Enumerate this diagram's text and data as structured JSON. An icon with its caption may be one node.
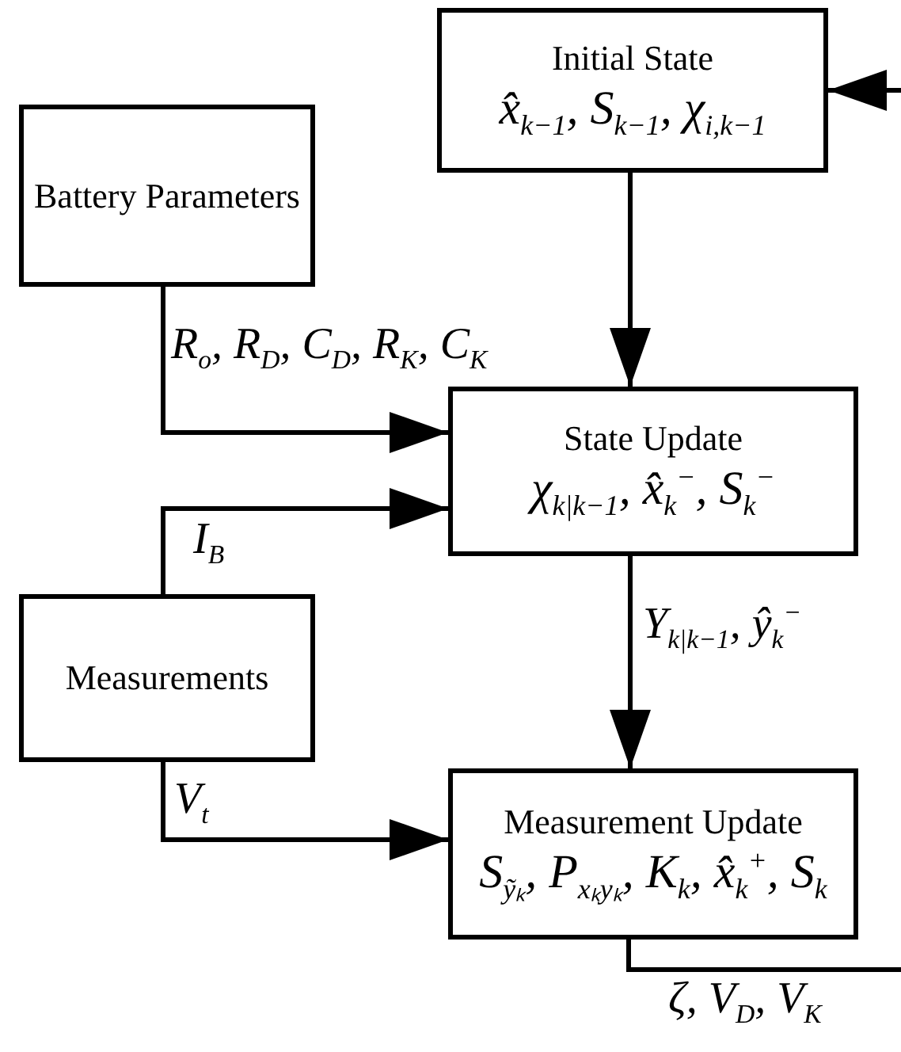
{
  "diagram": {
    "nodes": [
      {
        "text": [
          "Initial State",
          "x̂$_{k−1}$, S$_{k−1}$, χ$_{i,k−1}$"
        ]
      },
      {
        "text": [
          "Battery Parameters"
        ]
      },
      {
        "text": [
          "State Update",
          "χ$_{k|k−1}$, x̂$_{k}$$^{−}$, S$_{k}$$^{−}$"
        ]
      },
      {
        "text": [
          "Measurements"
        ]
      },
      {
        "text": [
          "Measurement Update",
          "S$_{ỹₖ}$, P$_{xₖyₖ}$, K$_{k}$, x̂$_{k}$$^{+}$, S$_{k}$"
        ]
      }
    ],
    "edges": [
      {
        "from": null,
        "to": 0,
        "arrow": "to"
      },
      {
        "from": 0,
        "to": 2,
        "arrow": "to"
      },
      {
        "from": 1,
        "to": 2,
        "arrow": "to",
        "label": "R$_{o}$, R$_{D}$, C$_{D}$, R$_{K}$, C$_{K}$"
      },
      {
        "from": 3,
        "to": 2,
        "arrow": "to",
        "label": "I$_{B}$"
      },
      {
        "from": 2,
        "to": 4,
        "arrow": "to",
        "label": "Υ$_{k|k−1}$, ŷ$_{k}$$^{−}$"
      },
      {
        "from": 3,
        "to": 4,
        "arrow": "to",
        "label": "V$_{t}$"
      },
      {
        "from": 4,
        "to": null,
        "arrow": "none",
        "label": "ζ, V$_{D}$, V$_{K}$"
      }
    ]
  }
}
